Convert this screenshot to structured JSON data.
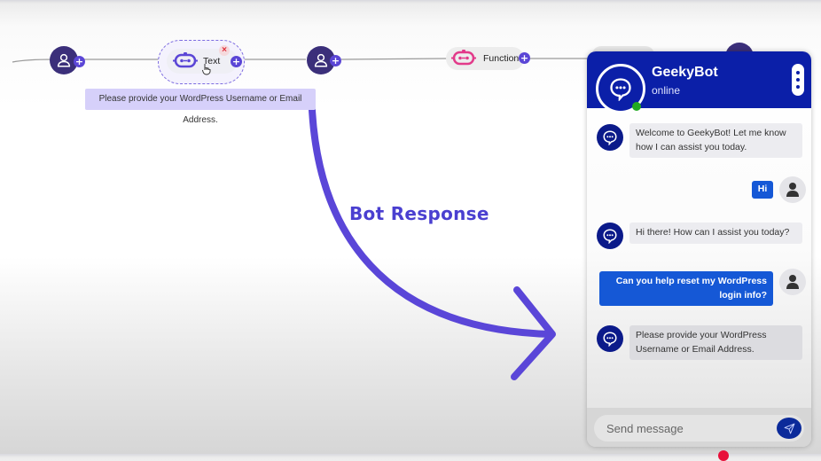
{
  "flow": {
    "nodes": [
      {
        "type": "user",
        "icon": "user-icon"
      },
      {
        "type": "text",
        "label": "Text",
        "icon": "bot-icon",
        "selected": true
      },
      {
        "type": "user",
        "icon": "user-icon"
      },
      {
        "type": "function",
        "label": "Function",
        "icon": "bot-icon"
      }
    ],
    "add_label": "+",
    "close_label": "×",
    "text_node_preview": "Please provide your WordPress Username or Email Address."
  },
  "annotation": {
    "label": "Bot Response",
    "color": "#4a3fd0"
  },
  "chat": {
    "bot_name": "GeekyBot",
    "status": "online",
    "messages": [
      {
        "from": "bot",
        "text": "Welcome to GeekyBot! Let me know how I can assist you today."
      },
      {
        "from": "user",
        "text": "Hi"
      },
      {
        "from": "bot",
        "text": "Hi there! How can I assist you today?"
      },
      {
        "from": "user",
        "text": "Can you help reset my WordPress login info?"
      },
      {
        "from": "bot",
        "text": "Please provide your WordPress Username or Email Address."
      }
    ],
    "input_placeholder": "Send message",
    "colors": {
      "header": "#0b1fa8",
      "user_bubble": "#1558d6",
      "bot_bubble": "#ececf0",
      "online": "#22aa22"
    }
  }
}
